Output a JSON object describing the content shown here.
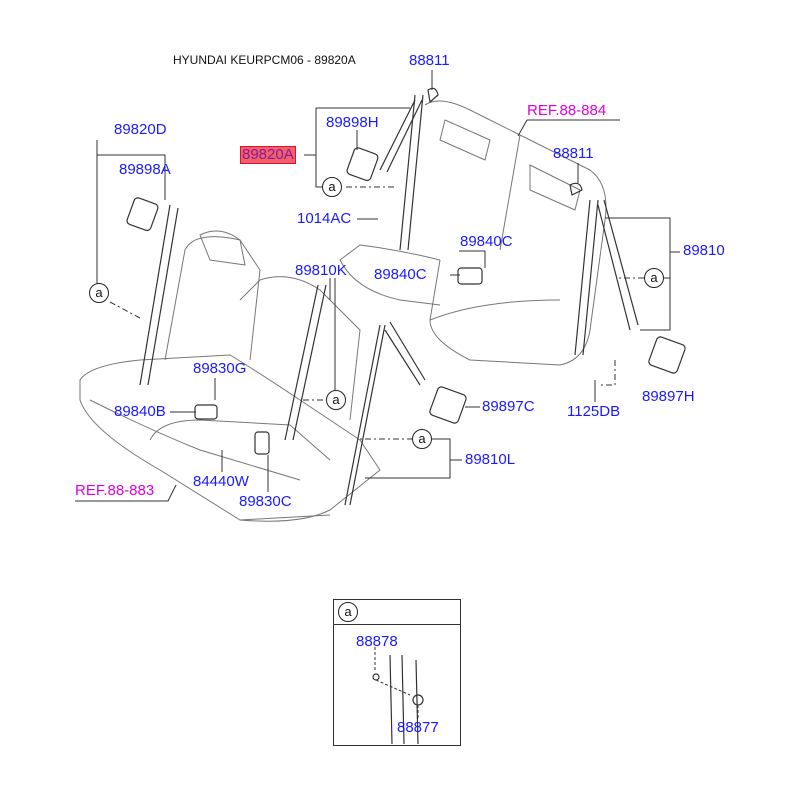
{
  "title": "HYUNDAI KEURPCM06 - 89820A",
  "labels": {
    "p88811_top": "88811",
    "p88811_right": "88811",
    "ref_88884": "REF.88-884",
    "p89898H": "89898H",
    "p89820A": "89820A",
    "p89820D": "89820D",
    "p89898A": "89898A",
    "p1014AC": "1014AC",
    "p89840C_upper": "89840C",
    "p89840C_lower": "89840C",
    "p89810": "89810",
    "p89810K": "89810K",
    "p89830G": "89830G",
    "p89840B": "89840B",
    "p89897C": "89897C",
    "p1125DB": "1125DB",
    "p89897H": "89897H",
    "p89810L": "89810L",
    "p84440W": "84440W",
    "p89830C": "89830C",
    "ref_88883": "REF.88-883"
  },
  "detail_marker": "a",
  "inset": {
    "marker": "a",
    "p88878": "88878",
    "p88877": "88877"
  },
  "colors": {
    "part_label": "#1a1aff",
    "ref_label": "#e000e0",
    "highlight": "#f2606c"
  }
}
